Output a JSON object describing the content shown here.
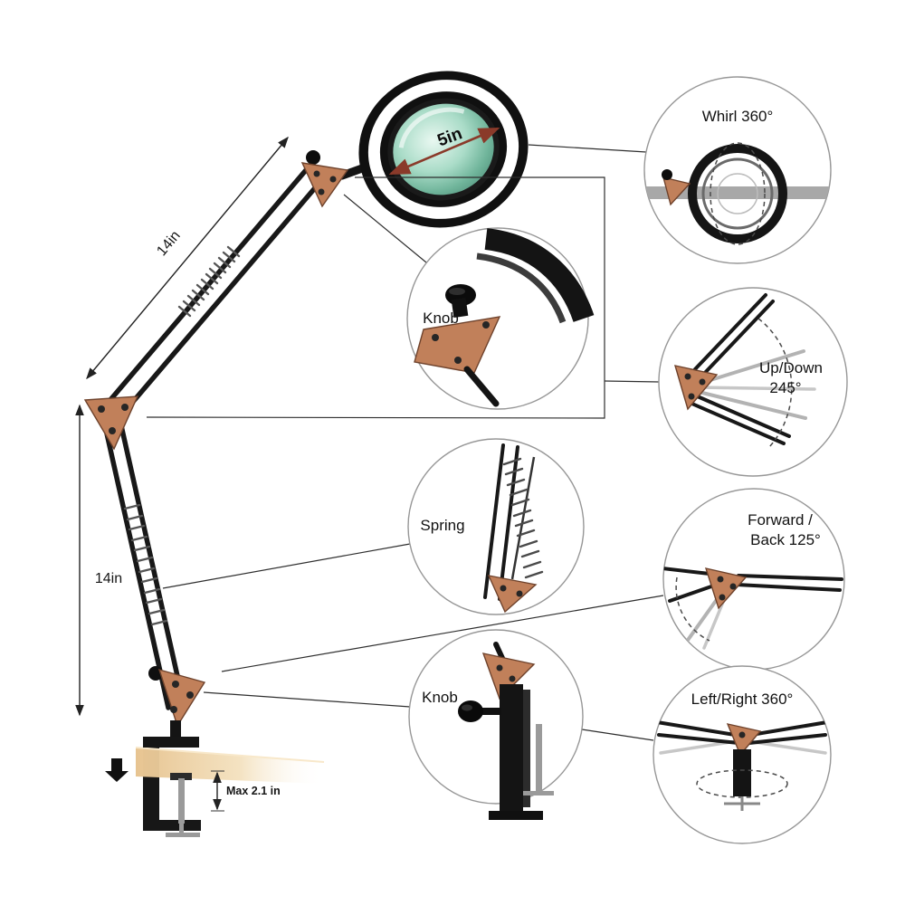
{
  "dimensions": {
    "lens_diameter": "5in",
    "upper_arm": "14in",
    "lower_arm": "14in",
    "clamp_capacity": "Max 2.1 in"
  },
  "callouts": {
    "whirl": {
      "label": "Whirl 360°"
    },
    "knob_top": {
      "label": "Knob"
    },
    "up_down": {
      "line1": "Up/Down",
      "line2": "245°"
    },
    "spring": {
      "label": "Spring"
    },
    "forward_back": {
      "line1": "Forward /",
      "line2": "Back 125°"
    },
    "knob_bottom": {
      "label": "Knob"
    },
    "left_right": {
      "label": "Left/Right 360°"
    }
  },
  "colors": {
    "copper": "#c1805a",
    "frame_black": "#181818",
    "lens_teal": "#8fcdb9",
    "wood_tan": "#ecd0a2",
    "dimension_arrow_brown": "#8a3a2a"
  }
}
